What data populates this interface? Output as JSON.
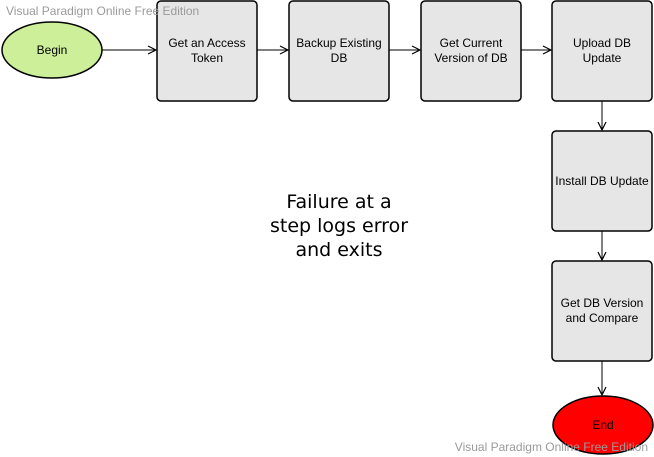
{
  "watermark": {
    "top": "Visual Paradigm Online Free Edition",
    "bottom": "Visual Paradigm Online Free Edition"
  },
  "colors": {
    "begin_fill": "#cdef9a",
    "end_fill": "#ff0000",
    "step_fill": "#e6e6e6",
    "stroke": "#000000"
  },
  "nodes": {
    "begin": "Begin",
    "access_token": "Get an Access\nToken",
    "backup_db": "Backup Existing\nDB",
    "current_version": "Get Current\nVersion of DB",
    "upload_update": "Upload DB\nUpdate",
    "install_update": "Install DB Update",
    "compare_version": "Get DB Version\nand Compare",
    "end": "End"
  },
  "note": "Failure at a\nstep logs error\nand exits"
}
